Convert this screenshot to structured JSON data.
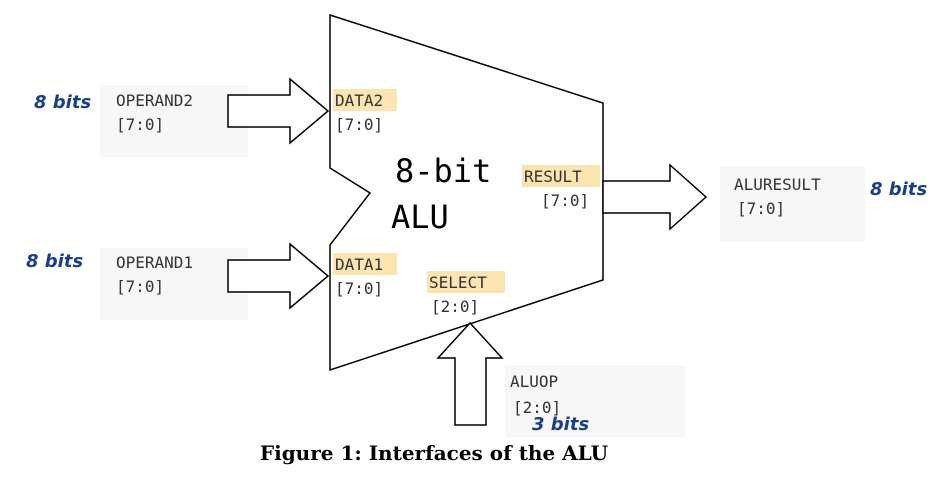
{
  "alu": {
    "title_line1": "8-bit",
    "title_line2": "ALU",
    "ports": {
      "data2": {
        "name": "DATA2",
        "width": "[7:0]"
      },
      "data1": {
        "name": "DATA1",
        "width": "[7:0]"
      },
      "result": {
        "name": "RESULT",
        "width": "[7:0]"
      },
      "select": {
        "name": "SELECT",
        "width": "[2:0]"
      }
    }
  },
  "signals": {
    "operand2": {
      "name": "OPERAND2",
      "width": "[7:0]",
      "bits": "8 bits"
    },
    "operand1": {
      "name": "OPERAND1",
      "width": "[7:0]",
      "bits": "8 bits"
    },
    "aluresult": {
      "name": "ALURESULT",
      "width": "[7:0]",
      "bits": "8 bits"
    },
    "aluop": {
      "name": "ALUOP",
      "width": "[2:0]",
      "bits": "3 bits"
    }
  },
  "caption": "Figure 1: Interfaces of the ALU",
  "colors": {
    "port_highlight": "#fbe4b0",
    "label_box": "#f7f7f7",
    "handwriting": "#1a3f8a",
    "stroke": "#000000"
  }
}
